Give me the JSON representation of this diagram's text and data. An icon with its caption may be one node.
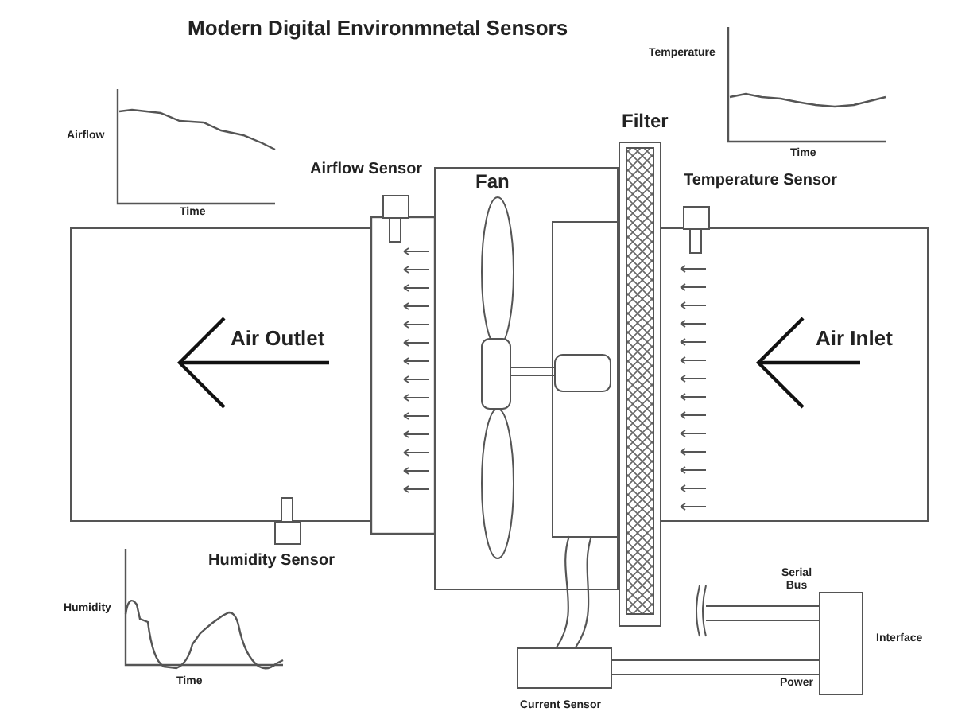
{
  "diagram": {
    "title": "Modern Digital Environmnetal Sensors",
    "nodes": [
      {
        "text": [
          "Air Outlet"
        ]
      },
      {
        "text": [
          "Air Inlet"
        ]
      },
      {
        "text": [
          "Fan"
        ]
      },
      {
        "text": [
          "Filter"
        ]
      },
      {
        "text": [
          "Airflow Sensor"
        ]
      },
      {
        "text": [
          "Temperature Sensor"
        ]
      },
      {
        "text": [
          "Humidity Sensor"
        ]
      },
      {
        "text": [],
        "shape": "box",
        "in": 2
      },
      {
        "text": [
          "Current Sensor"
        ]
      },
      {
        "text": [
          "Interface"
        ]
      }
    ],
    "edges": [
      {
        "from": 7,
        "to": 8,
        "arrow": "none"
      },
      {
        "from": 8,
        "to": 9,
        "arrow": "none",
        "label": "Power"
      },
      {
        "from": null,
        "to": 9,
        "arrow": "none",
        "label": "Serial Bus"
      }
    ],
    "labels": [
      "Temperature",
      "Time",
      "Airflow",
      "Time",
      "Humidity",
      "Time"
    ]
  }
}
